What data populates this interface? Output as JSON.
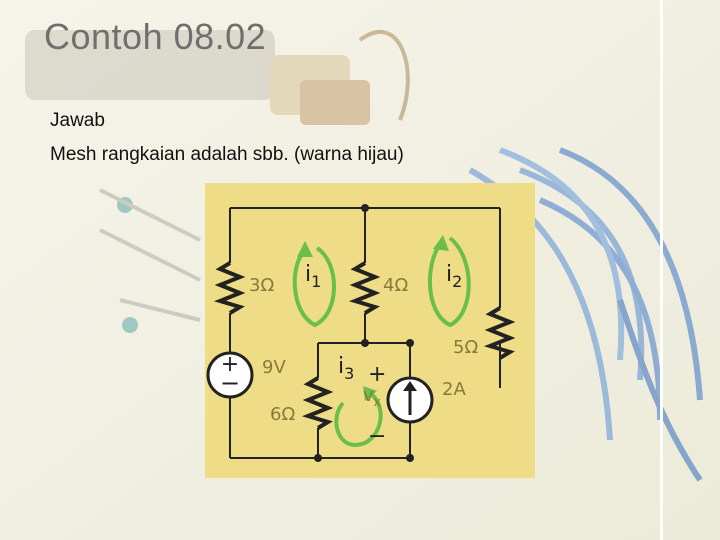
{
  "slide": {
    "title": "Contoh 08.02",
    "lines": [
      "Jawab",
      "Mesh rangkaian adalah sbb. (warna hijau)"
    ]
  },
  "circuit": {
    "resistor_3": "3Ω",
    "resistor_4": "4Ω",
    "resistor_5": "5Ω",
    "resistor_6": "6Ω",
    "source_9v": "9V",
    "source_2a": "2A",
    "plus": "+",
    "minus": "−",
    "vx_plus": "+",
    "vx_minus": "−",
    "vx": "v",
    "vx_sub": "x",
    "mesh_1": "i",
    "mesh_1_sub": "1",
    "mesh_2": "i",
    "mesh_2_sub": "2",
    "mesh_3": "i",
    "mesh_3_sub": "3"
  },
  "colors": {
    "panel": "#eedc86",
    "wire": "#222222",
    "mesh": "#6abf4b",
    "label": "#8a7a3a"
  }
}
